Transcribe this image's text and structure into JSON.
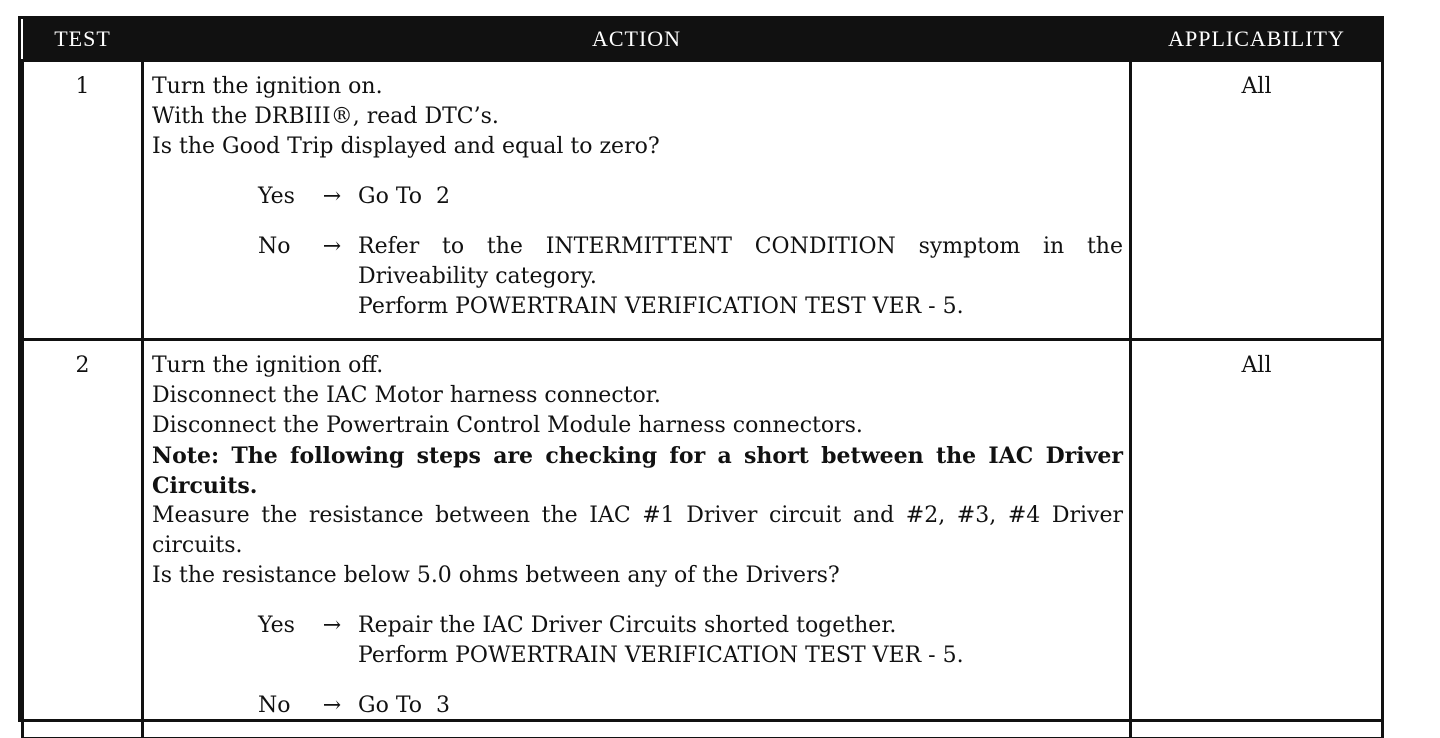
{
  "table": {
    "headers": {
      "test": "TEST",
      "action": "ACTION",
      "applicability": "APPLICABILITY"
    },
    "rows": [
      {
        "test": "1",
        "applicability": "All",
        "lines": [
          "Turn the ignition on.",
          "With the DRBIII®, read DTC’s.",
          "Is the Good Trip displayed and equal to zero?"
        ],
        "outcomes": [
          {
            "label": "Yes",
            "arrow": "→",
            "result": [
              "Go To  2"
            ]
          },
          {
            "label": "No",
            "arrow": "→",
            "result": [
              "Refer to the INTERMITTENT CONDITION symptom in the",
              "Driveability category.",
              "Perform POWERTRAIN VERIFICATION TEST VER - 5."
            ]
          }
        ]
      },
      {
        "test": "2",
        "applicability": "All",
        "lines": [
          "Turn the ignition off.",
          "Disconnect the IAC Motor harness connector.",
          "Disconnect the Powertrain Control Module harness connectors."
        ],
        "note": [
          "Note: The following steps are checking for a short between the IAC Driver",
          "Circuits."
        ],
        "lines_after": [
          "Measure the resistance between the IAC #1 Driver circuit and #2, #3, #4 Driver",
          "circuits.",
          "Is the resistance below 5.0 ohms between any of the Drivers?"
        ],
        "outcomes": [
          {
            "label": "Yes",
            "arrow": "→",
            "result": [
              "Repair the IAC Driver Circuits shorted together.",
              "Perform POWERTRAIN VERIFICATION TEST VER - 5."
            ]
          },
          {
            "label": "No",
            "arrow": "→",
            "result": [
              "Go To  3"
            ]
          }
        ]
      }
    ]
  }
}
